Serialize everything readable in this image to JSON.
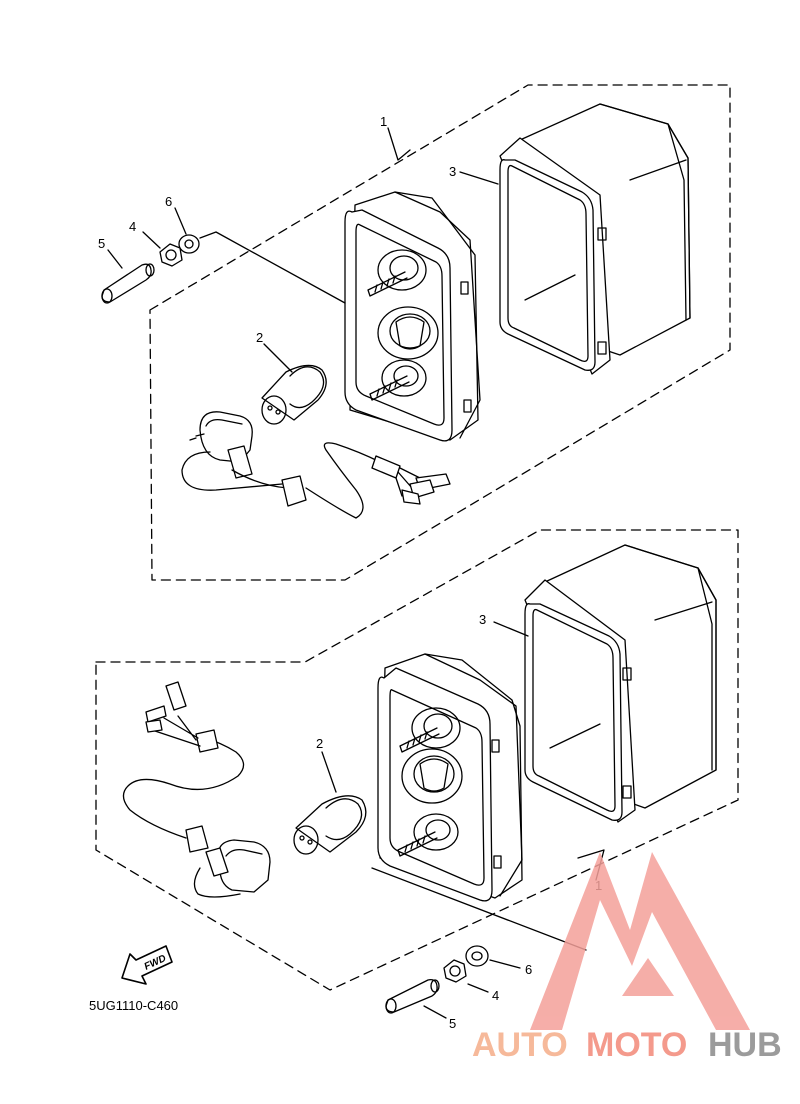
{
  "diagram": {
    "part_code": "5UG1110-C460",
    "fwd_label": "FWD",
    "callouts": [
      {
        "id": "u1",
        "text": "1"
      },
      {
        "id": "u2",
        "text": "2"
      },
      {
        "id": "u3",
        "text": "3"
      },
      {
        "id": "u4",
        "text": "4"
      },
      {
        "id": "u5",
        "text": "5"
      },
      {
        "id": "u6",
        "text": "6"
      },
      {
        "id": "l1",
        "text": "1"
      },
      {
        "id": "l2",
        "text": "2"
      },
      {
        "id": "l3",
        "text": "3"
      },
      {
        "id": "l4",
        "text": "4"
      },
      {
        "id": "l5",
        "text": "5"
      },
      {
        "id": "l6",
        "text": "6"
      }
    ]
  },
  "watermark": {
    "word_orange": "AUTO",
    "word_salmon": "MOTO",
    "word_gray": "HUB",
    "colors": {
      "orange": "#f6b99a",
      "salmon": "#f49a8c",
      "gray": "#9b9b9b",
      "logo": "#f4a09a"
    }
  }
}
